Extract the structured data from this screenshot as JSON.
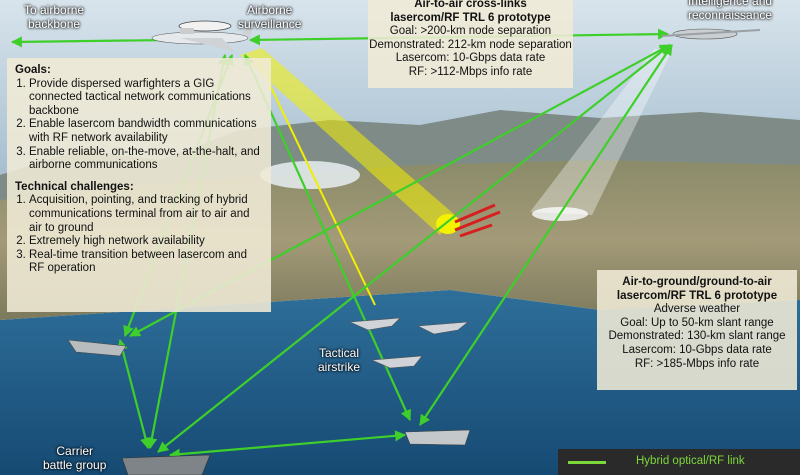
{
  "labels": {
    "to_airborne_backbone": [
      "To airborne",
      "backbone"
    ],
    "airborne_surveillance": [
      "Airborne",
      "surveillance"
    ],
    "intelligence": [
      "Intelligence and",
      "reconnaissance"
    ],
    "tactical_airstrike": [
      "Tactical",
      "airstrike"
    ],
    "carrier_battle_group": [
      "Carrier",
      "battle group"
    ]
  },
  "goals_box": {
    "goals_heading": "Goals:",
    "goals": [
      "Provide dispersed warfighters a GIG connected tactical network communications backbone",
      "Enable lasercom bandwidth communications with RF network availability",
      "Enable reliable, on-the-move, at-the-halt, and airborne communications"
    ],
    "challenges_heading": "Technical challenges:",
    "challenges": [
      "Acquisition, pointing, and tracking of hybrid communications terminal from air to air and air to ground",
      "Extremely high network availability",
      "Real-time transition between lasercom and RF operation"
    ]
  },
  "air_to_air_box": {
    "title1": "Air-to-air cross-links",
    "title2": "lasercom/RF TRL 6 prototype",
    "lines": [
      "Goal: >200-km node separation",
      "Demonstrated: 212-km node separation",
      "Lasercom: 10-Gbps data rate",
      "RF: >112-Mbps info rate"
    ]
  },
  "air_to_ground_box": {
    "title1": "Air-to-ground/ground-to-air",
    "title2": "lasercom/RF TRL 6 prototype",
    "lines": [
      "Adverse weather",
      "Goal: Up to 50-km slant range",
      "Demonstrated: 130-km slant range",
      "Lasercom: 10-Gbps data rate",
      "RF: >185-Mbps info rate"
    ]
  },
  "legend": {
    "label": "Hybrid optical/RF link",
    "color": "#7dd83a"
  },
  "colors": {
    "link": "#3ecf2a",
    "laser": "#f0f000",
    "sky": "#bfd3e0",
    "sea": "#1d5a86"
  }
}
